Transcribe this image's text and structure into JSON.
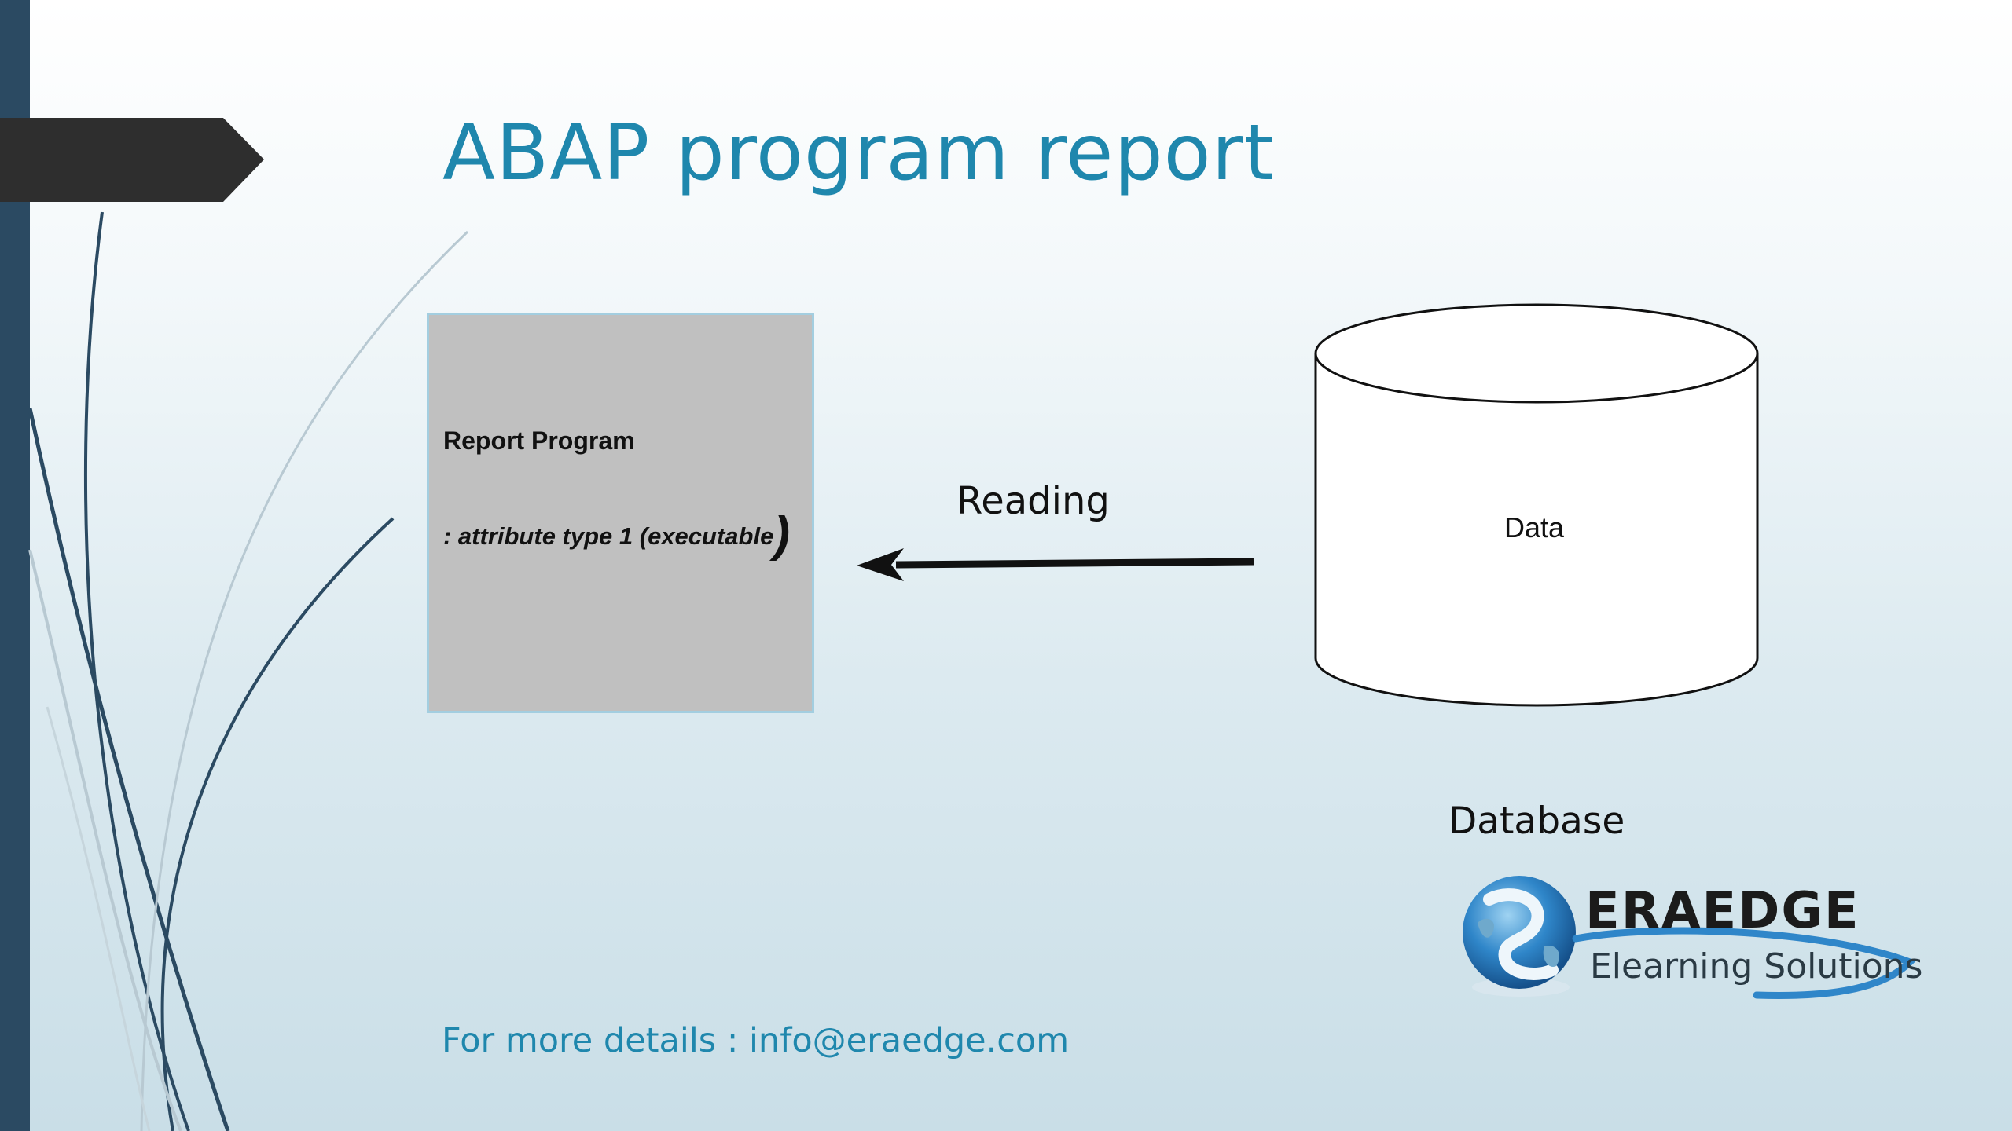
{
  "slide": {
    "title": "ABAP program report",
    "footer": "For more details : info@eraedge.com"
  },
  "diagram": {
    "report_box": {
      "line1": "Report Program",
      "line2": ": attribute type 1 (executable",
      "line2_close": ")"
    },
    "arrow_label": "Reading",
    "database": {
      "inner_label": "Data",
      "caption": "Database"
    }
  },
  "logo": {
    "name": "ERAEDGE",
    "tagline": "Elearning Solutions"
  },
  "colors": {
    "accent": "#1f87ad",
    "sidebar": "#2b4a62",
    "title_tab": "#2e2e2e",
    "box_fill": "#c0c0c0",
    "box_border": "#a3cee0"
  }
}
